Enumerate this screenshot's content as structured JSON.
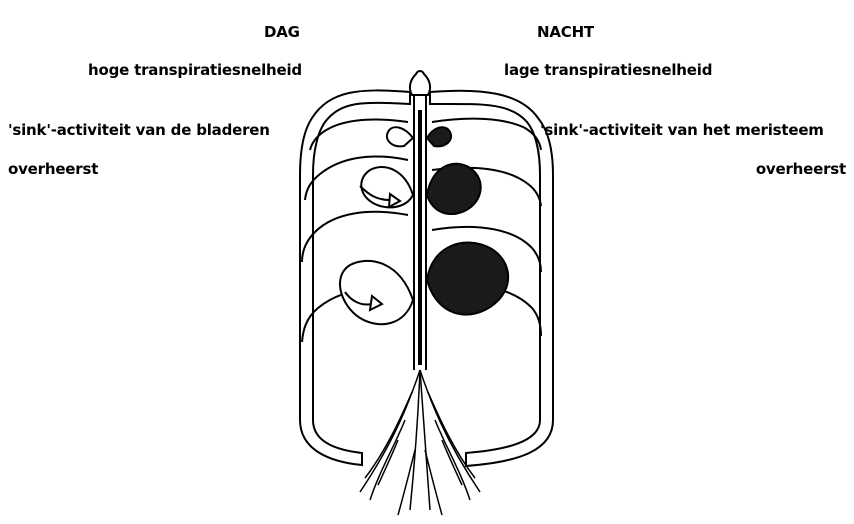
{
  "day": {
    "heading": "DAG",
    "rate": "hoge transpiratiesnelheid",
    "sink_line1": "'sink'-activiteit van de bladeren",
    "sink_line2": "overheerst"
  },
  "night": {
    "heading": "NACHT",
    "rate": "lage transpiratiesnelheid",
    "sink_line1": "'sink'-activiteit van het meristeem",
    "sink_line2": "overheerst"
  },
  "colors": {
    "ink": "#000000",
    "leaf_dark": "#1a1a1a",
    "background": "#ffffff"
  }
}
